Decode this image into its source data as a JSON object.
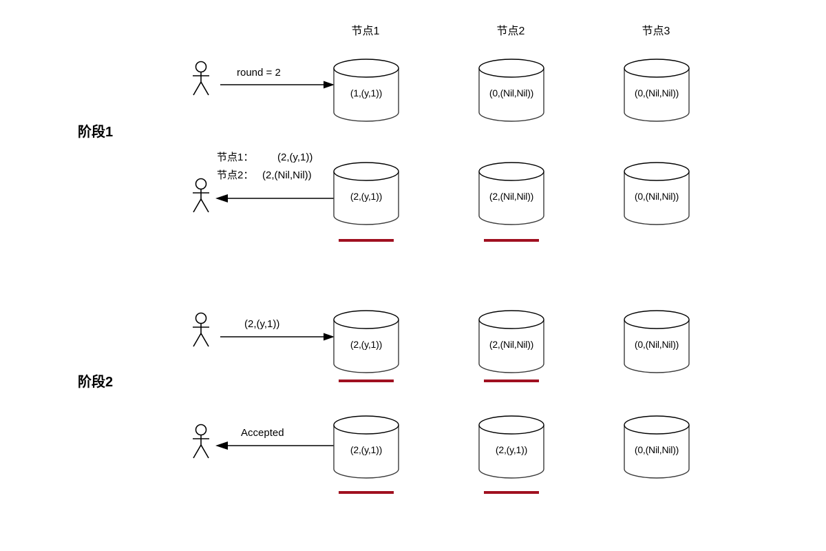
{
  "diagram": {
    "title_columns": [
      {
        "label": "节点1"
      },
      {
        "label": "节点2"
      },
      {
        "label": "节点3"
      }
    ],
    "phases": [
      {
        "label": "阶段1"
      },
      {
        "label": "阶段2"
      }
    ],
    "colors": {
      "underline_red": "#a01020",
      "stroke": "#000000",
      "background": "#ffffff"
    },
    "rows": [
      {
        "id": "phase1-row1",
        "arrow_direction": "right",
        "arrow_label": "round = 2",
        "cells": [
          {
            "value": "(1,(y,1))",
            "underlined": false
          },
          {
            "value": "(0,(Nil,Nil))",
            "underlined": false
          },
          {
            "value": "(0,(Nil,Nil))",
            "underlined": false
          }
        ]
      },
      {
        "id": "phase1-row2",
        "arrow_direction": "left",
        "arrow_label_line1_key": "节点1：",
        "arrow_label_line1_value": "(2,(y,1))",
        "arrow_label_line2_key": "节点2：",
        "arrow_label_line2_value": "(2,(Nil,Nil))",
        "cells": [
          {
            "value": "(2,(y,1))",
            "underlined": true
          },
          {
            "value": "(2,(Nil,Nil))",
            "underlined": true
          },
          {
            "value": "(0,(Nil,Nil))",
            "underlined": false
          }
        ]
      },
      {
        "id": "phase2-row1",
        "arrow_direction": "right",
        "arrow_label": "(2,(y,1))",
        "cells": [
          {
            "value": "(2,(y,1))",
            "underlined": true
          },
          {
            "value": "(2,(Nil,Nil))",
            "underlined": true
          },
          {
            "value": "(0,(Nil,Nil))",
            "underlined": false
          }
        ]
      },
      {
        "id": "phase2-row2",
        "arrow_direction": "left",
        "arrow_label": "Accepted",
        "cells": [
          {
            "value": "(2,(y,1))",
            "underlined": true
          },
          {
            "value": "(2,(y,1))",
            "underlined": true
          },
          {
            "value": "(0,(Nil,Nil))",
            "underlined": false
          }
        ]
      }
    ]
  }
}
